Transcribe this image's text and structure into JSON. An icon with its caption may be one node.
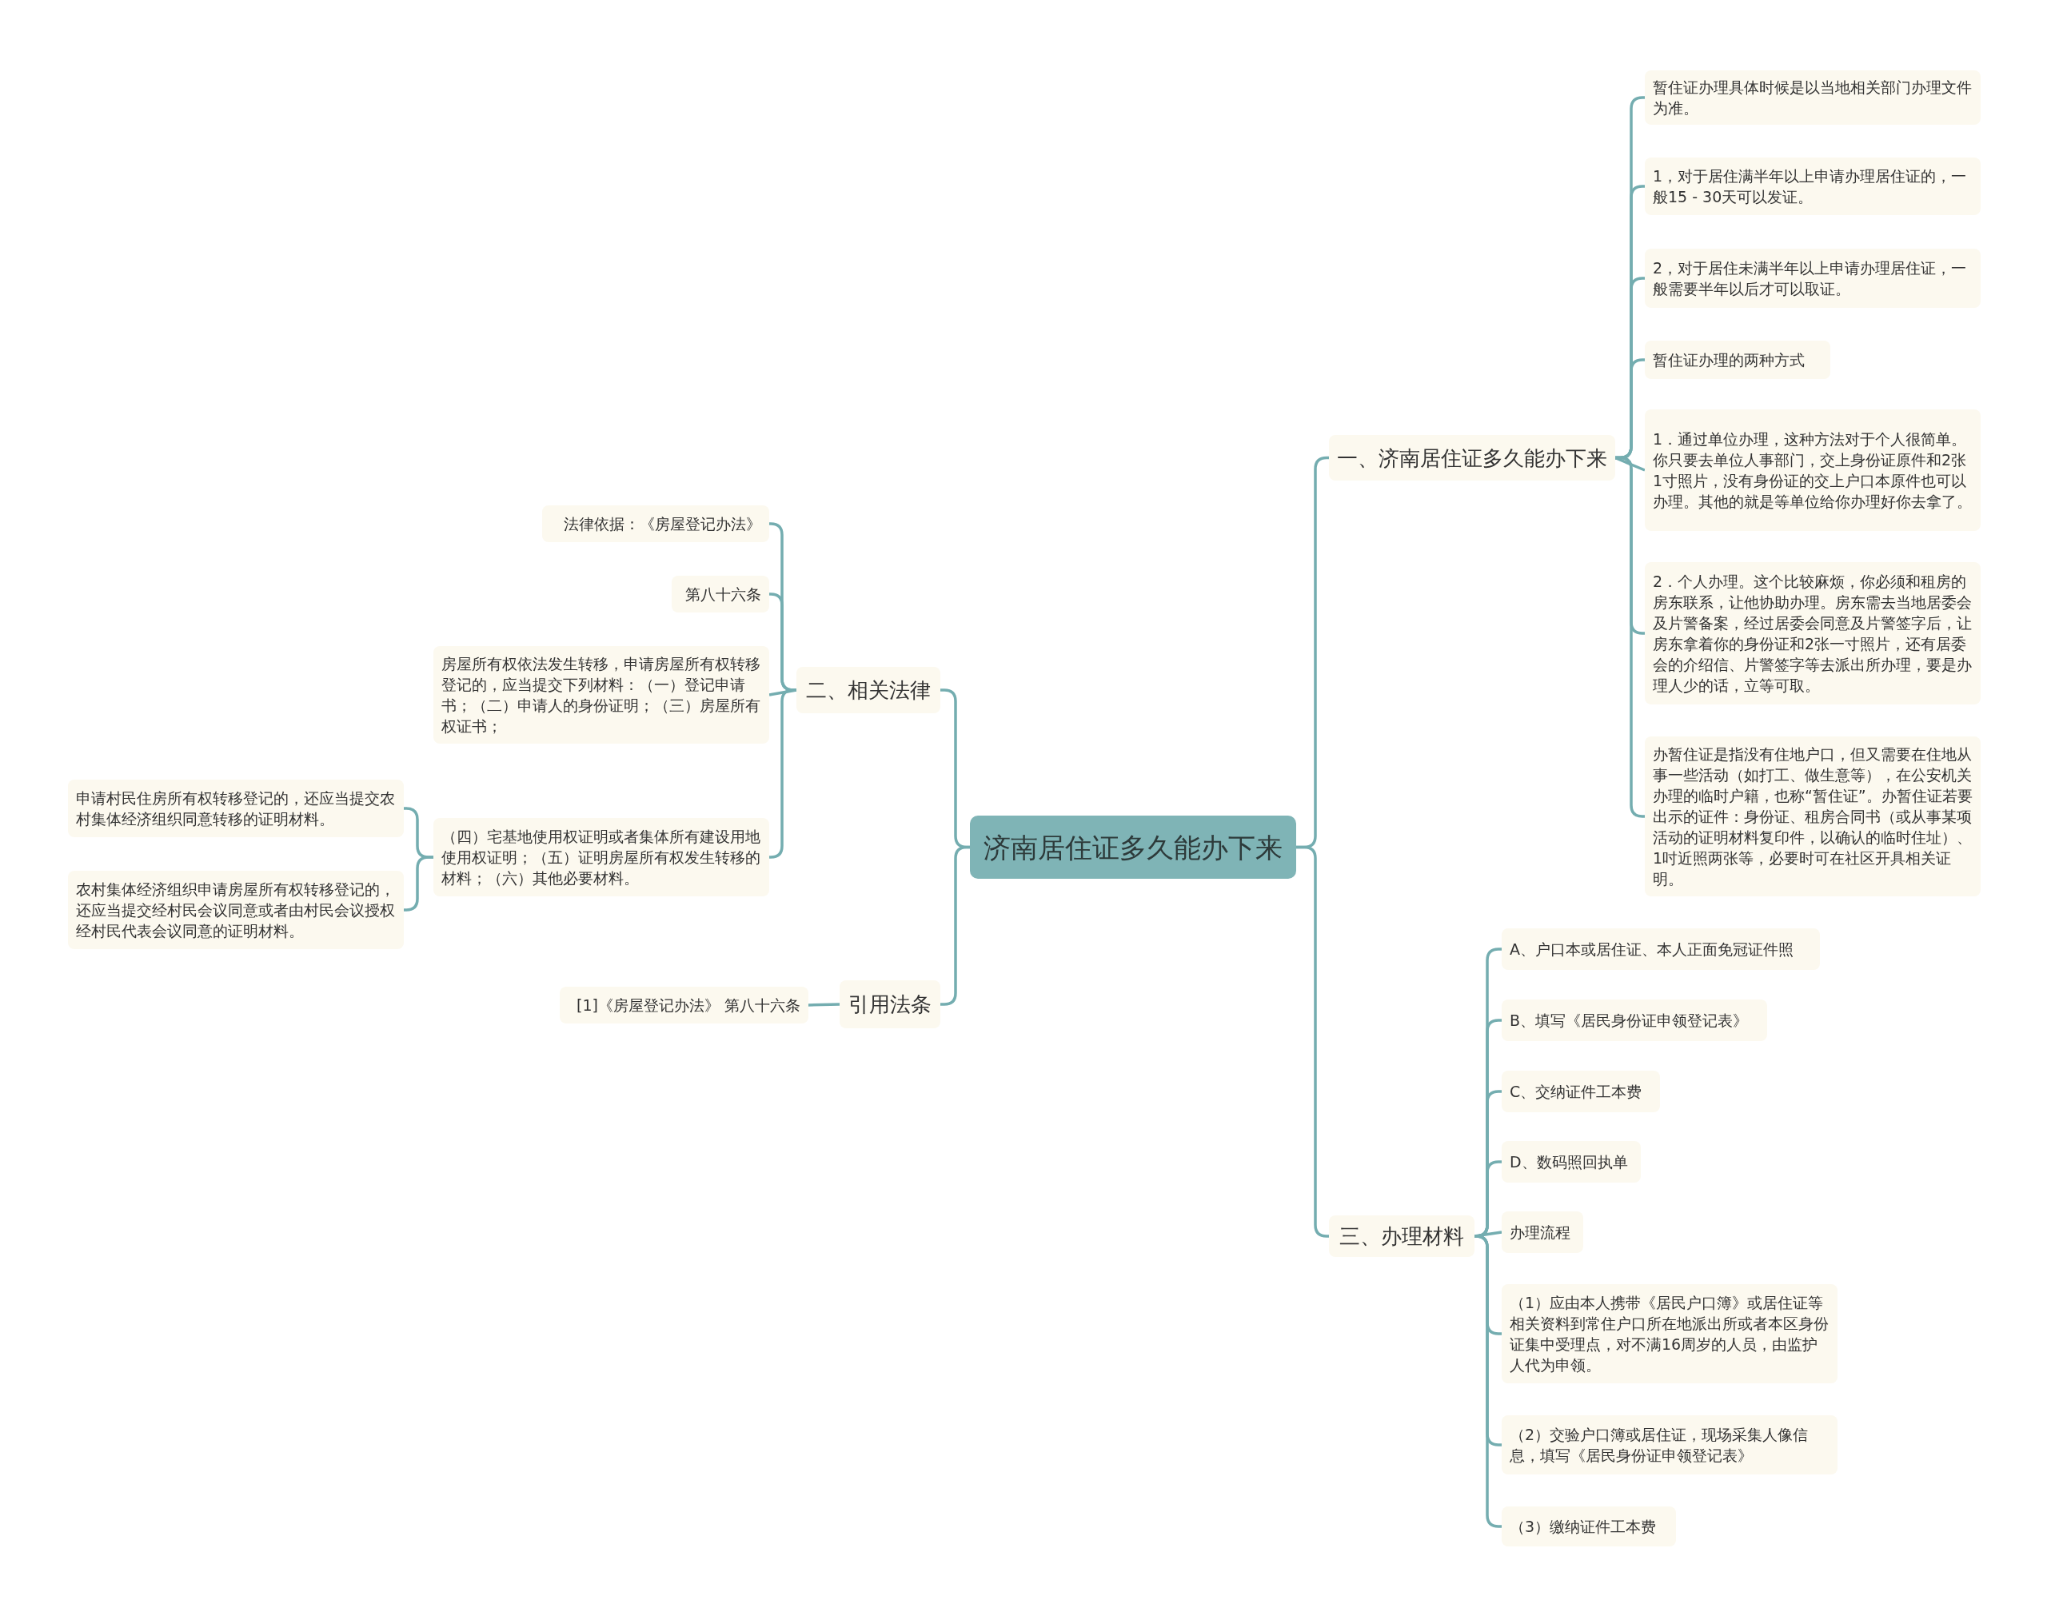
{
  "diagram": {
    "nodes": [
      {
        "text": [
          "济南居住证多久能办下来"
        ]
      },
      {
        "text": [
          "一、济南居住证多久能办下来"
        ]
      },
      {
        "text": [
          "暂住证办理具体时候是以当地相关部门办理文件为准。"
        ]
      },
      {
        "text": [
          "1，对于居住满半年以上申请办理居住证的，一般15 - 30天可以发证。"
        ]
      },
      {
        "text": [
          "2，对于居住未满半年以上申请办理居住证，一般需要半年以后才可以取证。"
        ]
      },
      {
        "text": [
          "暂住证办理的两种方式"
        ]
      },
      {
        "text": [
          "1．通过单位办理，这种方法对于个人很简单。你只要去单位人事部门，交上身份证原件和2张1寸照片，没有身份证的交上户口本原件也可以办理。其他的就是等单位给你办理好你去拿了。"
        ]
      },
      {
        "text": [
          "2．个人办理。这个比较麻烦，你必须和租房的房东联系，让他协助办理。房东需去当地居委会及片警备案，经过居委会同意及片警签字后，让房东拿着你的身份证和2张一寸照片，还有居委会的介绍信、片警签字等去派出所办理，要是办理人少的话，立等可取。"
        ]
      },
      {
        "text": [
          "办暂住证是指没有住地户口，但又需要在住地从事一些活动（如打工、做生意等），在公安机关办理的临时户籍，也称“暂住证”。办暂住证若要出示的证件：身份证、租房合同书（或从事某项活动的证明材料复印件，以确认的临时住址）、1吋近照两张等，必要时可在社区开具相关证明。"
        ]
      },
      {
        "text": [
          "三、办理材料"
        ]
      },
      {
        "text": [
          "A、户口本或居住证、本人正面免冠证件照"
        ]
      },
      {
        "text": [
          "B、填写《居民身份证申领登记表》"
        ]
      },
      {
        "text": [
          "C、交纳证件工本费"
        ]
      },
      {
        "text": [
          "D、数码照回执单"
        ]
      },
      {
        "text": [
          "办理流程"
        ]
      },
      {
        "text": [
          "（1）应由本人携带《居民户口簿》或居住证等相关资料到常住户口所在地派出所或者本区身份证集中受理点，对不满16周岁的人员，由监护人代为申领。"
        ]
      },
      {
        "text": [
          "（2）交验户口簿或居住证，现场采集人像信息，填写《居民身份证申领登记表》"
        ]
      },
      {
        "text": [
          "（3）缴纳证件工本费"
        ]
      },
      {
        "text": [
          "二、相关法律"
        ]
      },
      {
        "text": [
          "法律依据：《房屋登记办法》"
        ]
      },
      {
        "text": [
          "第八十六条"
        ]
      },
      {
        "text": [
          "房屋所有权依法发生转移，申请房屋所有权转移登记的，应当提交下列材料：（一）登记申请书；（二）申请人的身份证明；（三）房屋所有权证书；"
        ]
      },
      {
        "text": [
          "（四）宅基地使用权证明或者集体所有建设用地使用权证明；（五）证明房屋所有权发生转移的材料；（六）其他必要材料。"
        ]
      },
      {
        "text": [
          "申请村民住房所有权转移登记的，还应当提交农村集体经济组织同意转移的证明材料。"
        ]
      },
      {
        "text": [
          "农村集体经济组织申请房屋所有权转移登记的，还应当提交经村民会议同意或者由村民会议授权经村民代表会议同意的证明材料。"
        ]
      },
      {
        "text": [
          "引用法条"
        ]
      },
      {
        "text": [
          "[1]《房屋登记办法》 第八十六条"
        ]
      }
    ],
    "edges": [
      {
        "from": 0,
        "to": 1,
        "arrow": "none"
      },
      {
        "from": 1,
        "to": 2,
        "arrow": "none"
      },
      {
        "from": 1,
        "to": 3,
        "arrow": "none"
      },
      {
        "from": 1,
        "to": 4,
        "arrow": "none"
      },
      {
        "from": 1,
        "to": 5,
        "arrow": "none"
      },
      {
        "from": 1,
        "to": 6,
        "arrow": "none"
      },
      {
        "from": 1,
        "to": 7,
        "arrow": "none"
      },
      {
        "from": 1,
        "to": 8,
        "arrow": "none"
      },
      {
        "from": 0,
        "to": 9,
        "arrow": "none"
      },
      {
        "from": 9,
        "to": 10,
        "arrow": "none"
      },
      {
        "from": 9,
        "to": 11,
        "arrow": "none"
      },
      {
        "from": 9,
        "to": 12,
        "arrow": "none"
      },
      {
        "from": 9,
        "to": 13,
        "arrow": "none"
      },
      {
        "from": 9,
        "to": 14,
        "arrow": "none"
      },
      {
        "from": 9,
        "to": 15,
        "arrow": "none"
      },
      {
        "from": 9,
        "to": 16,
        "arrow": "none"
      },
      {
        "from": 9,
        "to": 17,
        "arrow": "none"
      },
      {
        "from": 0,
        "to": 18,
        "arrow": "none"
      },
      {
        "from": 18,
        "to": 19,
        "arrow": "none"
      },
      {
        "from": 18,
        "to": 20,
        "arrow": "none"
      },
      {
        "from": 18,
        "to": 21,
        "arrow": "none"
      },
      {
        "from": 18,
        "to": 22,
        "arrow": "none"
      },
      {
        "from": 22,
        "to": 23,
        "arrow": "none"
      },
      {
        "from": 22,
        "to": 24,
        "arrow": "none"
      },
      {
        "from": 0,
        "to": 25,
        "arrow": "none"
      },
      {
        "from": 25,
        "to": 26,
        "arrow": "none"
      }
    ]
  }
}
